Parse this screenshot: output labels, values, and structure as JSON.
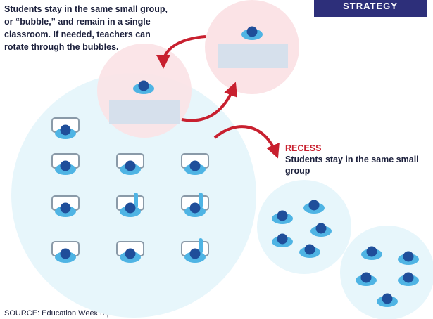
{
  "strategy_label": "STRATEGY",
  "intro_text": "Students stay in the same small group, or “bubble,” and remain in a single classroom. If needed, teachers can rotate through the bubbles.",
  "recess_title": "RECESS",
  "recess_text": "Students stay in the same small group",
  "source_text": "SOURCE: Education Week reporting",
  "colors": {
    "bubble_light_blue": "#e7f6fb",
    "teacher_bubble_pink": "#fbe3e6",
    "arrow_red": "#c8202f",
    "desk_border": "#8a9aa8",
    "student_dark": "#1f4e9a",
    "student_light": "#4fb4e4",
    "label_box": "#2d2f7a"
  }
}
